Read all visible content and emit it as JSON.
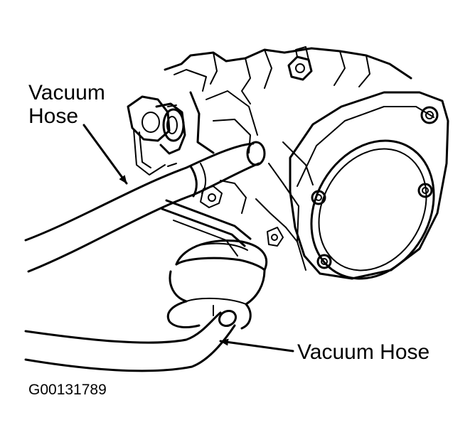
{
  "labels": {
    "upper_line1": "Vacuum",
    "upper_line2": "Hose",
    "lower": "Vacuum Hose"
  },
  "figure_id": "G00131789",
  "colors": {
    "ink": "#000000",
    "paper": "#ffffff"
  }
}
